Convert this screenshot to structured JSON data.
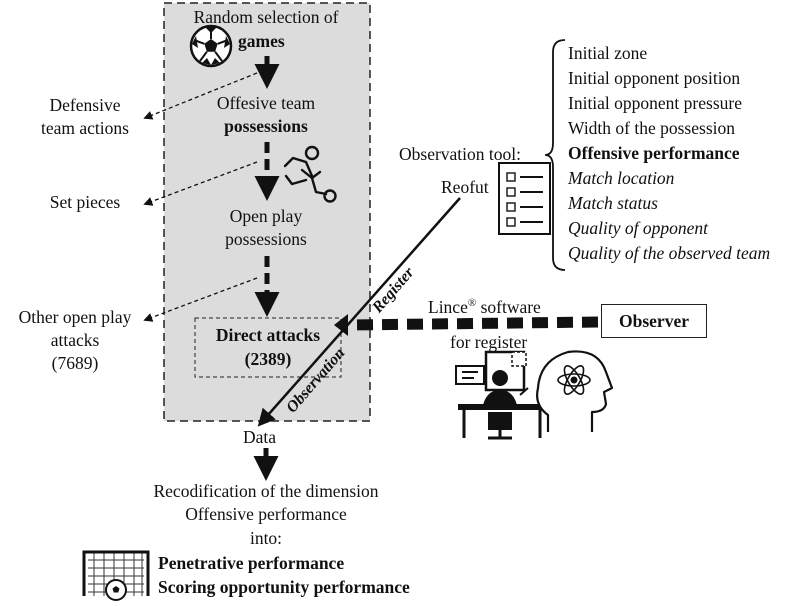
{
  "flow": {
    "random_selection_line1": "Random selection of",
    "games": "games",
    "offensive_team_line1": "Offesive team",
    "possessions": "possessions",
    "open_play_line1": "Open play",
    "open_play_line2": "possessions",
    "direct_attacks_line1": "Direct attacks",
    "direct_attacks_count": "(2389)"
  },
  "excluded": {
    "defensive_line1": "Defensive",
    "defensive_line2": "team actions",
    "set_pieces": "Set pieces",
    "other_line1": "Other open play",
    "other_line2": "attacks",
    "other_count": "(7689)"
  },
  "observation_tool": {
    "label": "Observation tool:",
    "name": "Reofut",
    "variables": [
      {
        "text": "Initial zone",
        "style": "normal"
      },
      {
        "text": "Initial opponent position",
        "style": "normal"
      },
      {
        "text": "Initial opponent pressure",
        "style": "normal"
      },
      {
        "text": "Width of the possession",
        "style": "normal"
      },
      {
        "text": "Offensive performance",
        "style": "bold"
      },
      {
        "text": "Match location",
        "style": "italic"
      },
      {
        "text": "Match status",
        "style": "italic"
      },
      {
        "text": "Quality of opponent",
        "style": "italic"
      },
      {
        "text": "Quality of the observed team",
        "style": "italic"
      }
    ]
  },
  "software": {
    "line1_prefix": "Lince",
    "registered_mark": "®",
    "line1_suffix": " software",
    "line2": "for register"
  },
  "observer": "Observer",
  "diagonal_labels": {
    "observation": "Observation",
    "register": "Register"
  },
  "data_label": "Data",
  "recodification": {
    "line1": "Recodification of the dimension",
    "line2": "Offensive performance",
    "line3": "into:",
    "penetrative": "Penetrative performance",
    "scoring": "Scoring opportunity performance"
  },
  "icons": [
    "soccer-ball-icon",
    "running-player-icon",
    "checklist-icon",
    "computer-workstation-icon",
    "brain-head-icon",
    "goal-net-icon"
  ],
  "colors": {
    "panel_fill": "#dcdcdc",
    "ink": "#111111",
    "white": "#ffffff"
  }
}
